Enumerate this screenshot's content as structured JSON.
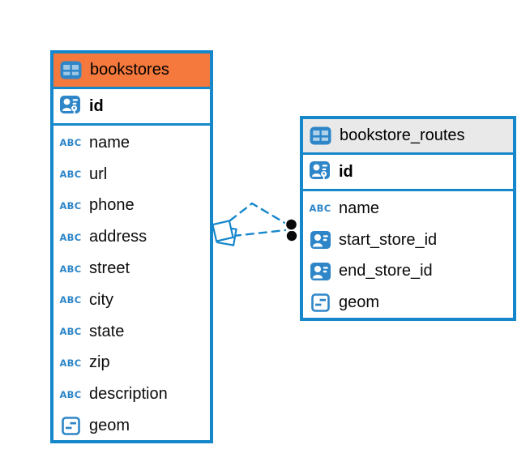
{
  "colors": {
    "table_border": "#1787cb",
    "icon_blue": "#2e86c8",
    "bookstores_header": "#f5793c",
    "bookstore_routes_header": "#e9e9e9",
    "connector": "#1787cb",
    "endpoint_dot": "#000000",
    "text": "#000000"
  },
  "icons": {
    "table_glyph": "table-icon",
    "primary_key_glyph": "person-key-icon",
    "text_type_glyph": "ABC",
    "reference_type_glyph": "person-card-icon",
    "geometry_type_glyph": "square-dash-icon"
  },
  "diagram": {
    "tables": [
      {
        "name": "bookstores",
        "primary_key": {
          "label": "id"
        },
        "columns": [
          {
            "label": "name",
            "type": "text"
          },
          {
            "label": "url",
            "type": "text"
          },
          {
            "label": "phone",
            "type": "text"
          },
          {
            "label": "address",
            "type": "text"
          },
          {
            "label": "street",
            "type": "text"
          },
          {
            "label": "city",
            "type": "text"
          },
          {
            "label": "state",
            "type": "text"
          },
          {
            "label": "zip",
            "type": "text"
          },
          {
            "label": "description",
            "type": "text"
          },
          {
            "label": "geom",
            "type": "geometry"
          }
        ]
      },
      {
        "name": "bookstore_routes",
        "primary_key": {
          "label": "id"
        },
        "columns": [
          {
            "label": "name",
            "type": "text"
          },
          {
            "label": "start_store_id",
            "type": "reference"
          },
          {
            "label": "end_store_id",
            "type": "reference"
          },
          {
            "label": "geom",
            "type": "geometry"
          }
        ]
      }
    ],
    "relationship": {
      "style": "dashed",
      "from_table": "bookstores",
      "to_table": "bookstore_routes",
      "endpoints": 2
    }
  }
}
